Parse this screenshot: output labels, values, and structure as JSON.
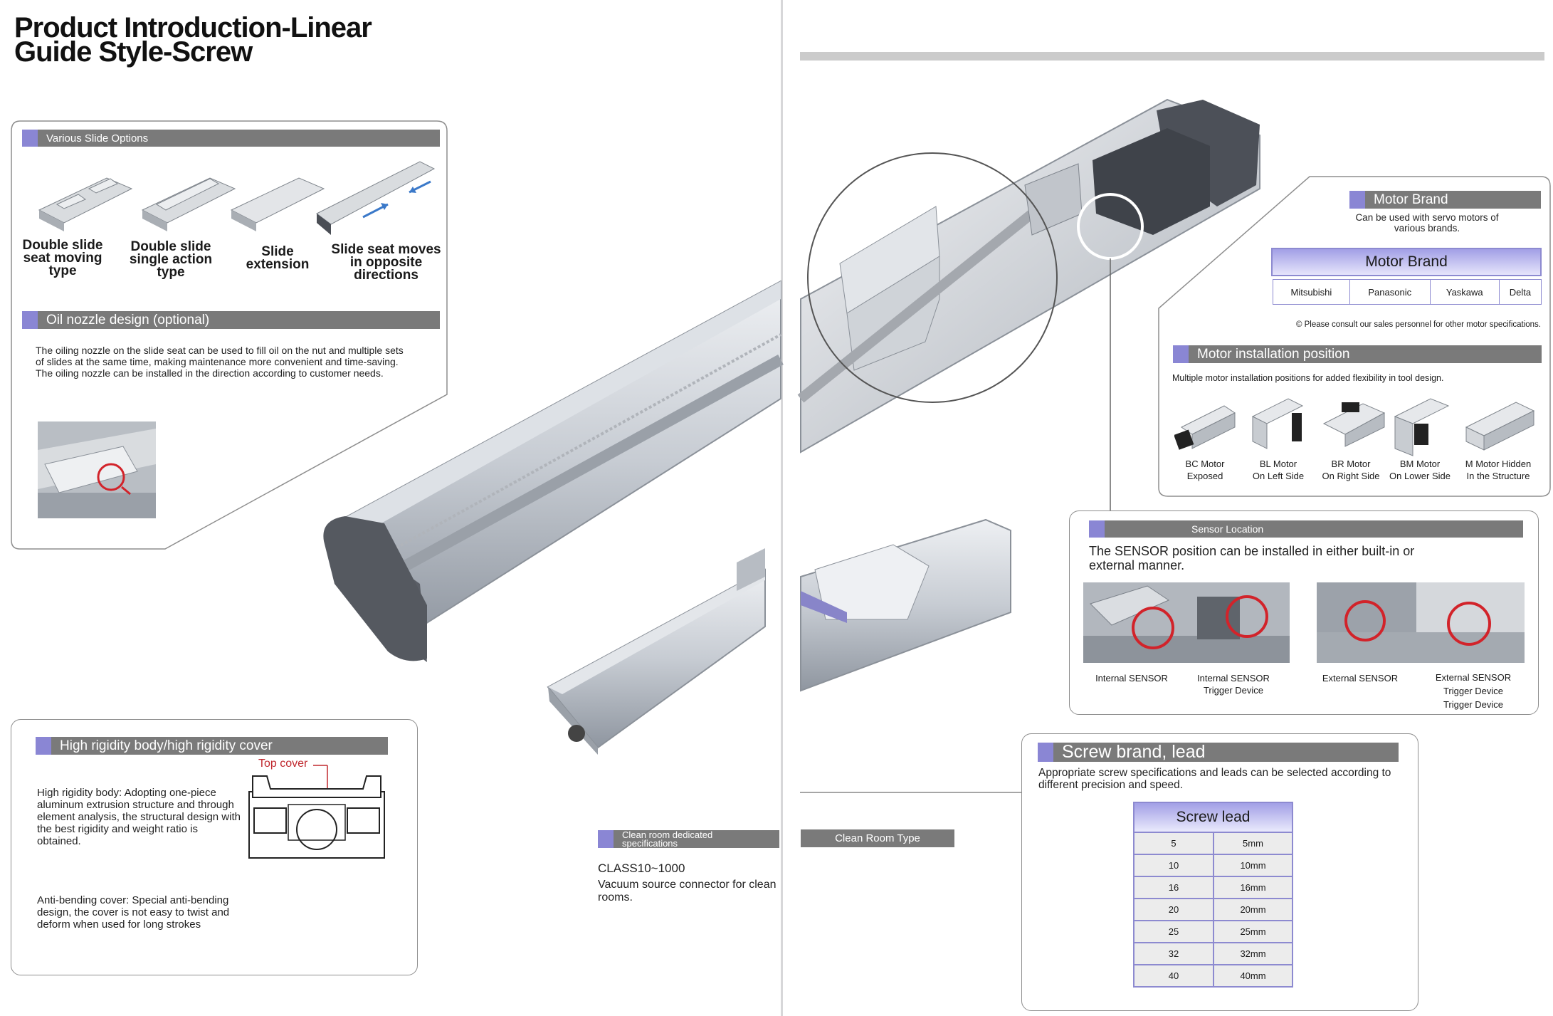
{
  "title": {
    "line1": "Product Introduction-Linear",
    "line2": "Guide Style-Screw"
  },
  "slide_options": {
    "header": "Various Slide Options",
    "items": [
      {
        "label": "Double slide seat moving type"
      },
      {
        "label": "Double slide single action type"
      },
      {
        "label": "Slide extension"
      },
      {
        "label": "Slide seat moves in opposite directions"
      }
    ]
  },
  "oil_nozzle": {
    "header": "Oil nozzle design (optional)",
    "text": "The oiling nozzle on the slide seat can be used to fill oil on the nut and multiple sets of slides at the same time, making maintenance more convenient and time-saving. The oiling nozzle can be installed in the direction according to customer needs."
  },
  "rigidity": {
    "header": "High rigidity body/high rigidity cover",
    "top_cover": "Top cover",
    "body_text": "High rigidity body: Adopting one-piece aluminum extrusion structure and through element analysis, the structural design with the best rigidity and weight ratio is obtained.",
    "cover_text": "Anti-bending cover: Special anti-bending design, the cover is not easy to twist and deform when used for long strokes"
  },
  "clean_room": {
    "header": "Clean room dedicated specifications",
    "class": "CLASS10~1000",
    "text": "Vacuum source connector for clean rooms.",
    "type_label": "Clean Room Type"
  },
  "motor_brand": {
    "header": "Motor Brand",
    "note": "Can be used with servo motors of various brands.",
    "table_title": "Motor Brand",
    "brands": [
      "Mitsubishi",
      "Panasonic",
      "Yaskawa",
      "Delta"
    ],
    "consult": "© Please consult our sales personnel for other motor specifications."
  },
  "motor_install": {
    "header": "Motor installation position",
    "text": "Multiple motor installation positions for added flexibility in tool design.",
    "items": [
      {
        "line1": "BC Motor",
        "line2": "Exposed"
      },
      {
        "line1": "BL Motor",
        "line2": "On Left Side"
      },
      {
        "line1": "BR Motor",
        "line2": "On Right Side"
      },
      {
        "line1": "BM Motor",
        "line2": "On Lower Side"
      },
      {
        "line1": "M Motor Hidden",
        "line2": "In the Structure"
      }
    ]
  },
  "sensor": {
    "header": "Sensor Location",
    "text": "The SENSOR position can be installed in either built-in or external manner.",
    "captions": [
      {
        "line1": "Internal SENSOR",
        "line2": ""
      },
      {
        "line1": "Internal SENSOR",
        "line2": "Trigger Device"
      },
      {
        "line1": "External SENSOR",
        "line2": ""
      },
      {
        "line1": "External SENSOR",
        "line2": "Trigger Device",
        "line3": "Trigger Device"
      }
    ]
  },
  "screw": {
    "header": "Screw brand, lead",
    "text": "Appropriate screw specifications and leads can be selected according to different precision and speed.",
    "table_title": "Screw lead",
    "rows": [
      [
        "5",
        "5mm"
      ],
      [
        "10",
        "10mm"
      ],
      [
        "16",
        "16mm"
      ],
      [
        "20",
        "20mm"
      ],
      [
        "25",
        "25mm"
      ],
      [
        "32",
        "32mm"
      ],
      [
        "40",
        "40mm"
      ]
    ]
  },
  "colors": {
    "accent": "#8a86d4",
    "header_gray": "#7a7a7a",
    "marker_red": "#d2232a"
  }
}
